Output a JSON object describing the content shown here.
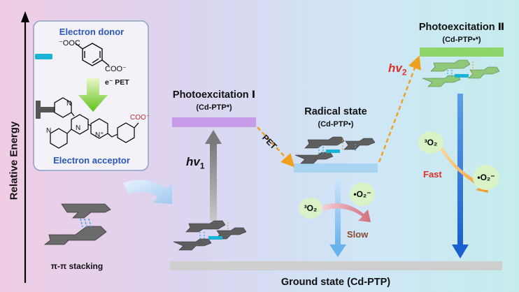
{
  "axis": {
    "ylabel": "Relative Energy"
  },
  "inset": {
    "donor_label": "Electron donor",
    "acceptor_label": "Electron acceptor",
    "coo_top": "⁻OOC",
    "coo_right": "COO⁻",
    "coo_acceptor": "COO⁻",
    "transfer_label": "e⁻  PET",
    "nitrogen": "N",
    "nitrogen_plus": "N⁺"
  },
  "stacking_label": "π-π stacking",
  "levels": {
    "ground": {
      "title": "Ground state (Cd-PTP)"
    },
    "excited1": {
      "title": "Photoexcitation Ⅰ",
      "species": "(Cd-PTP*)"
    },
    "radical": {
      "title": "Radical state",
      "species": "(Cd-PTP•)"
    },
    "excited2": {
      "title": "Photoexcitation Ⅱ",
      "species": "(Cd-PTP•*)"
    }
  },
  "transitions": {
    "hv1": {
      "symbol": "hv",
      "subscript": "1"
    },
    "hv2": {
      "symbol": "hv",
      "subscript": "2"
    },
    "pet": "PET",
    "slow": "Slow",
    "fast": "Fast",
    "o2_triplet": "³O₂",
    "o2_radical": "•O₂⁻"
  },
  "colors": {
    "donor_blue": "#2b57b8",
    "excited1_level": "#c79be8",
    "radical_level": "#a8d4f2",
    "excited2_level": "#8ed66a",
    "ground_level": "#cfcfcf",
    "pet_arrow": "#f0a020",
    "hv2_text": "#e03028",
    "fast_text": "#e03028",
    "slow_text": "#8a4a2a"
  }
}
